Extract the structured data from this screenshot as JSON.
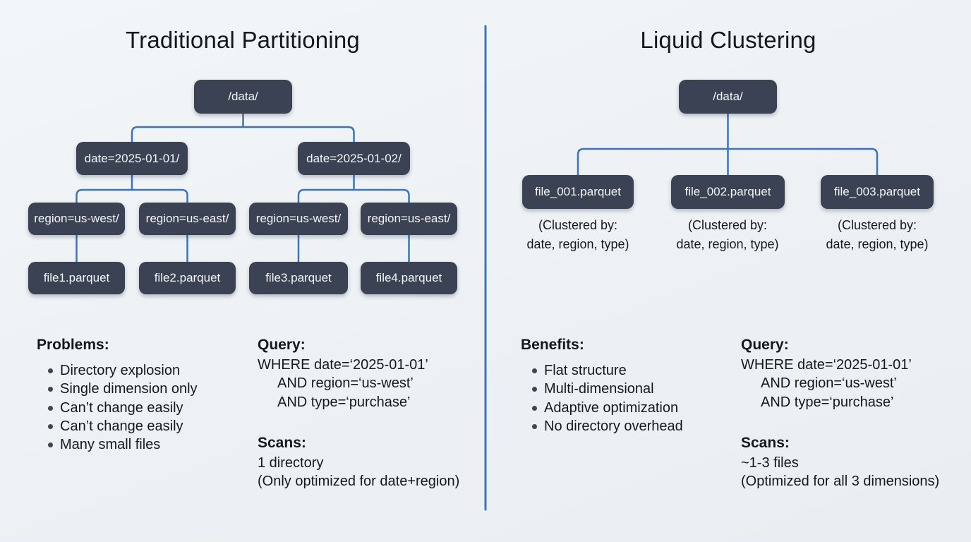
{
  "left": {
    "title": "Traditional Partitioning",
    "tree": {
      "root": "/data/",
      "dates": [
        "date=2025-01-01/",
        "date=2025-01-02/"
      ],
      "regions": [
        "region=us-west/",
        "region=us-east/",
        "region=us-west/",
        "region=us-east/"
      ],
      "files": [
        "file1.parquet",
        "file2.parquet",
        "file3.parquet",
        "file4.parquet"
      ]
    },
    "problems": {
      "heading": "Problems:",
      "items": [
        "Directory explosion",
        "Single dimension only",
        "Can’t change easily",
        "Can’t change easily",
        "Many small files"
      ]
    },
    "query": {
      "heading": "Query:",
      "lines": [
        "WHERE date=‘2025-01-01’",
        "AND region=‘us-west’",
        "AND type=‘purchase’"
      ],
      "scans_heading": "Scans:",
      "scans_lines": [
        "1 directory",
        "(Only optimized for date+region)"
      ]
    }
  },
  "right": {
    "title": "Liquid Clustering",
    "tree": {
      "root": "/data/",
      "files": [
        "file_001.parquet",
        "file_002.parquet",
        "file_003.parquet"
      ],
      "caption_line1": "(Clustered by:",
      "caption_line2": "date, region, type)"
    },
    "benefits": {
      "heading": "Benefits:",
      "items": [
        "Flat structure",
        "Multi-dimensional",
        "Adaptive optimization",
        "No directory overhead"
      ]
    },
    "query": {
      "heading": "Query:",
      "lines": [
        "WHERE date=‘2025-01-01’",
        "AND region=‘us-west’",
        "AND type=‘purchase’"
      ],
      "scans_heading": "Scans:",
      "scans_lines": [
        "~1-3 files",
        "(Optimized for all 3 dimensions)"
      ]
    }
  },
  "colors": {
    "background": "#edf1f4",
    "node_fill": "#3a4253",
    "node_text": "#f3f5f7",
    "connector_blue": "#3d74b8",
    "body_text": "#15181d"
  }
}
